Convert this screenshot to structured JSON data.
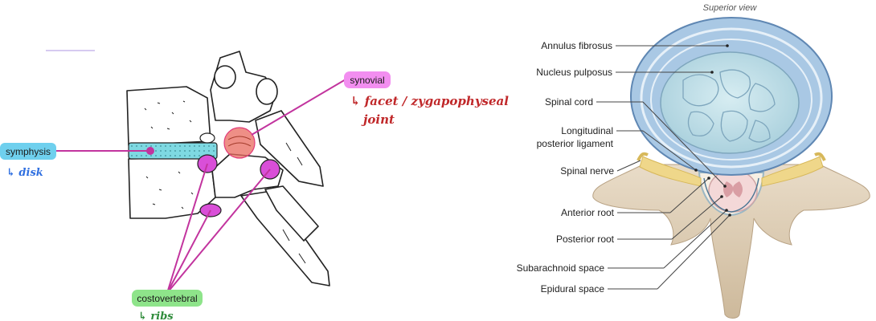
{
  "left_panel": {
    "labels": {
      "symphysis": "symphysis",
      "synovial": "synovial",
      "costovertebral": "costovertebral"
    },
    "handwritten_notes": {
      "disk": "↳ disk",
      "facet_line1": "↳ facet / zygapophyseal",
      "facet_line2": "joint",
      "ribs": "↳ ribs"
    },
    "colors": {
      "symphysis_label": "#6fd0ee",
      "synovial_label": "#f28ef0",
      "costovertebral_label": "#8ee48a",
      "pointer_line": "#c2349e",
      "disk_note": "#2f6fe0",
      "facet_note": "#c0282a",
      "ribs_note": "#2e8b3a"
    }
  },
  "right_panel": {
    "view_title": "Superior view",
    "labels": [
      "Annulus fibrosus",
      "Nucleus pulposus",
      "Spinal cord",
      "Longitudinal",
      "posterior ligament",
      "Spinal nerve",
      "Anterior root",
      "Posterior root",
      "Subarachnoid space",
      "Epidural space"
    ]
  }
}
